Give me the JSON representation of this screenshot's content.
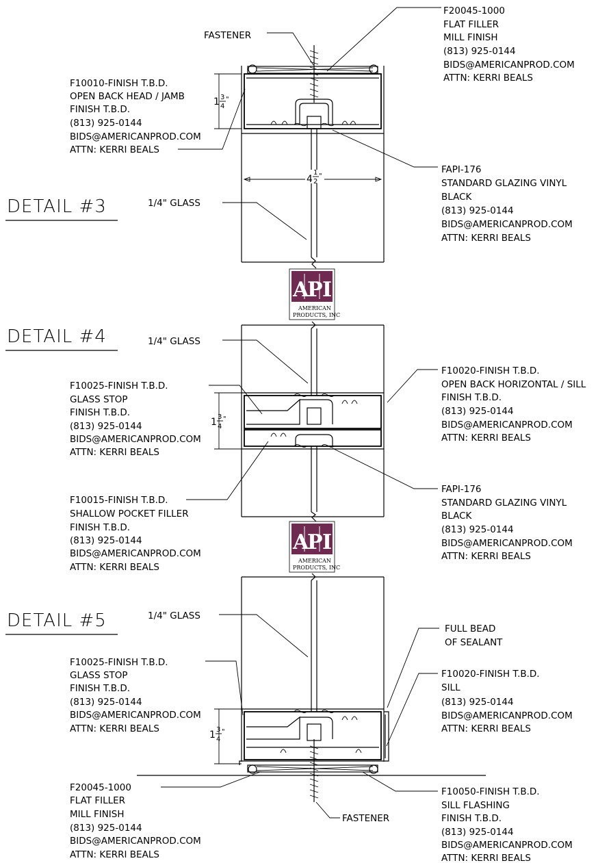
{
  "detail3": {
    "title": "DETAIL #3",
    "fastener": "FASTENER",
    "glass": "1/4\" GLASS",
    "dim_height": {
      "whole": "1",
      "num": "3",
      "den": "4",
      "unit": "\""
    },
    "dim_width": {
      "whole": "4",
      "num": "1",
      "den": "2",
      "unit": "\""
    },
    "filler": [
      "F20045-1000",
      "FLAT FILLER",
      "MILL FINISH",
      "(813) 925-0144",
      "BIDS@AMERICANPROD.COM",
      "ATTN: KERRI BEALS"
    ],
    "head": [
      "F10010-FINISH T.B.D.",
      "OPEN BACK HEAD / JAMB",
      "FINISH T.B.D.",
      "(813) 925-0144",
      "BIDS@AMERICANPROD.COM",
      "ATTN: KERRI BEALS"
    ],
    "vinyl": [
      "FAPI-176",
      "STANDARD GLAZING VINYL",
      "BLACK",
      "(813) 925-0144",
      "BIDS@AMERICANPROD.COM",
      "ATTN: KERRI BEALS"
    ]
  },
  "detail4": {
    "title": "DETAIL #4",
    "glass": "1/4\" GLASS",
    "dim_height": {
      "whole": "1",
      "num": "3",
      "den": "4",
      "unit": "\""
    },
    "glass_stop": [
      "F10025-FINISH T.B.D.",
      "GLASS STOP",
      "FINISH T.B.D.",
      "(813) 925-0144",
      "BIDS@AMERICANPROD.COM",
      "ATTN: KERRI BEALS"
    ],
    "horizontal": [
      "F10020-FINISH T.B.D.",
      "OPEN BACK HORIZONTAL / SILL",
      "FINISH T.B.D.",
      "(813) 925-0144",
      "BIDS@AMERICANPROD.COM",
      "ATTN: KERRI BEALS"
    ],
    "pocket_filler": [
      "F10015-FINISH T.B.D.",
      "SHALLOW POCKET FILLER",
      "FINISH T.B.D.",
      "(813) 925-0144",
      "BIDS@AMERICANPROD.COM",
      "ATTN: KERRI BEALS"
    ],
    "vinyl": [
      "FAPI-176",
      "STANDARD GLAZING VINYL",
      "BLACK",
      "(813) 925-0144",
      "BIDS@AMERICANPROD.COM",
      "ATTN: KERRI BEALS"
    ]
  },
  "detail5": {
    "title": "DETAIL #5",
    "glass": "1/4\" GLASS",
    "fastener": "FASTENER",
    "dim_height": {
      "whole": "1",
      "num": "3",
      "den": "4",
      "unit": "\""
    },
    "sealant": [
      "FULL BEAD",
      "OF SEALANT"
    ],
    "glass_stop": [
      "F10025-FINISH T.B.D.",
      "GLASS STOP",
      "FINISH T.B.D.",
      "(813) 925-0144",
      "BIDS@AMERICANPROD.COM",
      "ATTN: KERRI BEALS"
    ],
    "sill": [
      "F10020-FINISH T.B.D.",
      "SILL",
      "(813) 925-0144",
      "BIDS@AMERICANPROD.COM",
      "ATTN: KERRI BEALS"
    ],
    "filler": [
      "F20045-1000",
      "FLAT FILLER",
      "MILL FINISH",
      "(813) 925-0144",
      "BIDS@AMERICANPROD.COM",
      "ATTN: KERRI BEALS"
    ],
    "flashing": [
      "F10050-FINISH T.B.D.",
      "SILL FLASHING",
      "FINISH T.B.D.",
      "(813) 925-0144",
      "BIDS@AMERICANPROD.COM",
      "ATTN: KERRI BEALS"
    ]
  },
  "logo": {
    "letters": [
      "A",
      "P",
      "I"
    ],
    "line1": "AMERICAN",
    "line2": "PRODUCTS, INC",
    "color": "#6e2a50"
  }
}
